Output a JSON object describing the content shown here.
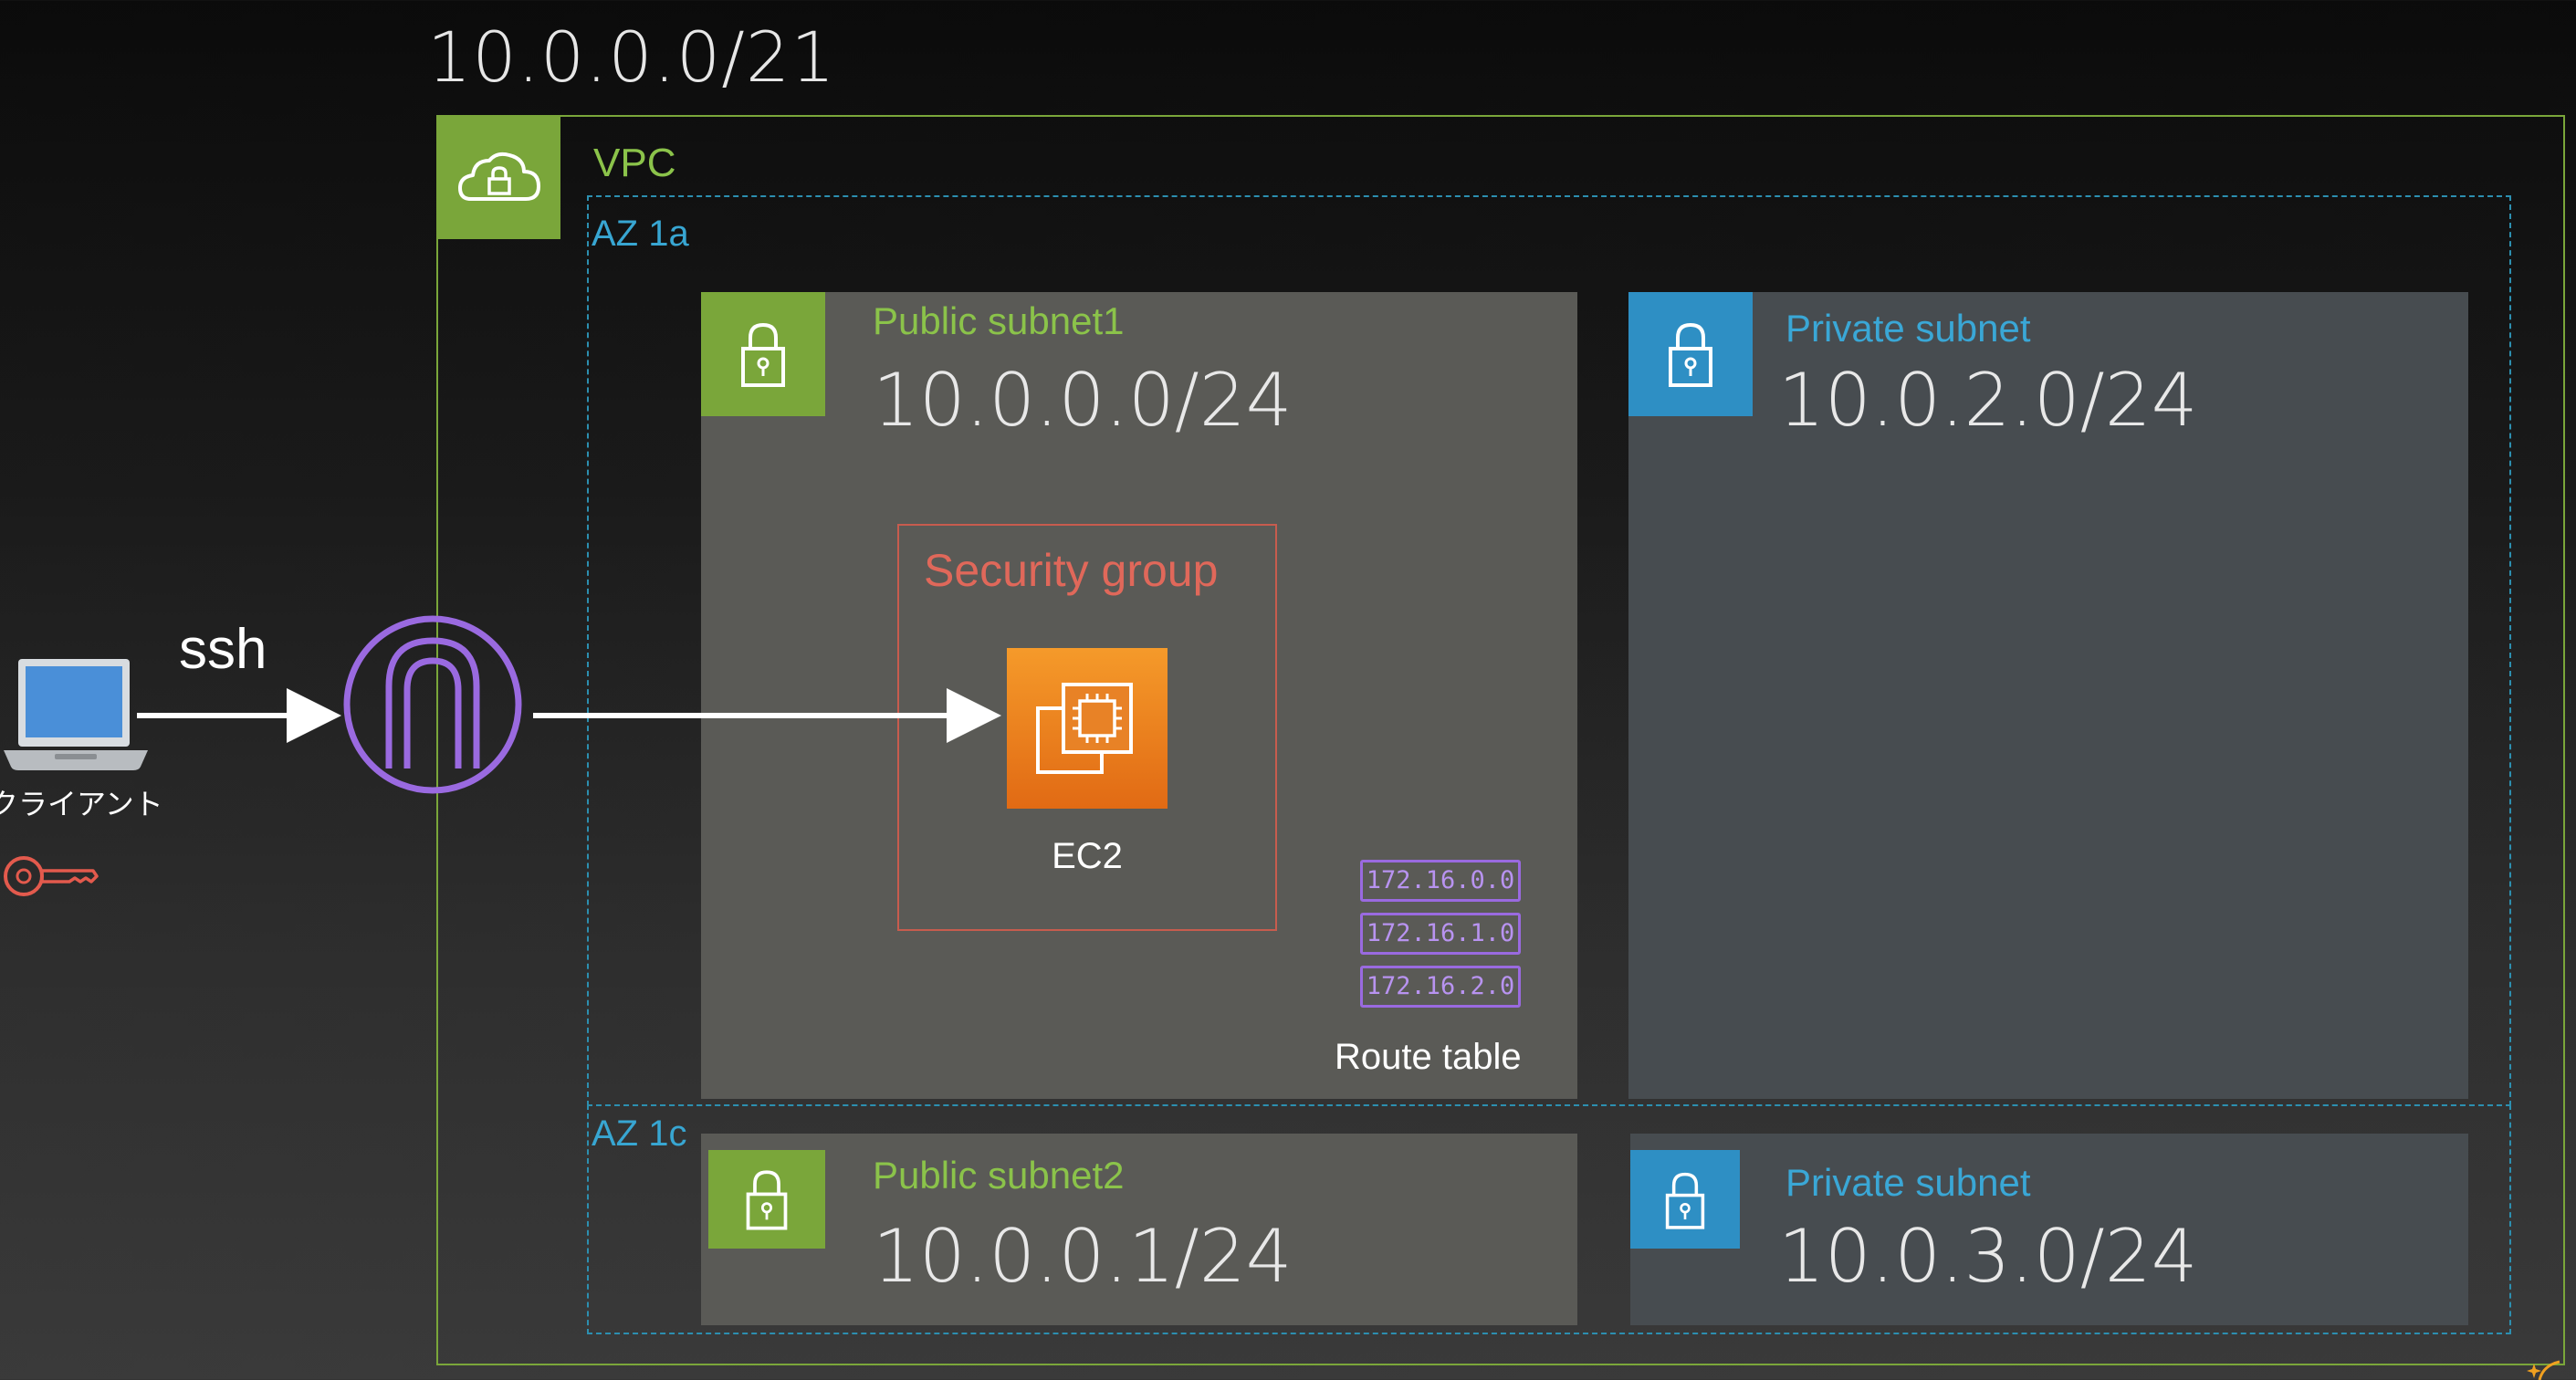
{
  "vpc": {
    "cidr": "10.0.0.0/21",
    "label": "VPC",
    "icon": "cloud-lock-icon",
    "color": "#7aa63a"
  },
  "availability_zones": [
    {
      "label": "AZ 1a",
      "subnets": [
        {
          "type": "public",
          "name": "Public subnet1",
          "cidr": "10.0.0.0/24"
        },
        {
          "type": "private",
          "name": "Private subnet",
          "cidr": "10.0.2.0/24"
        }
      ]
    },
    {
      "label": "AZ 1c",
      "subnets": [
        {
          "type": "public",
          "name": "Public subnet2",
          "cidr": "10.0.0.1/24"
        },
        {
          "type": "private",
          "name": "Private subnet",
          "cidr": "10.0.3.0/24"
        }
      ]
    }
  ],
  "security_group": {
    "label": "Security group",
    "color": "#e0685a"
  },
  "ec2": {
    "label": "EC2",
    "icon": "ec2-chip-icon"
  },
  "route_table": {
    "entries": [
      "172.16.0.0",
      "172.16.1.0",
      "172.16.2.0"
    ],
    "label": "Route table"
  },
  "client": {
    "label": "クライアント",
    "icon": "laptop-icon",
    "key_icon": "key-icon"
  },
  "connection": {
    "protocol_label": "ssh",
    "gateway_icon": "internet-gateway-icon"
  },
  "colors": {
    "public": "#7aa63a",
    "private": "#2e8fc4",
    "az_border": "#2c8fb0",
    "gateway": "#9a6ae0"
  }
}
